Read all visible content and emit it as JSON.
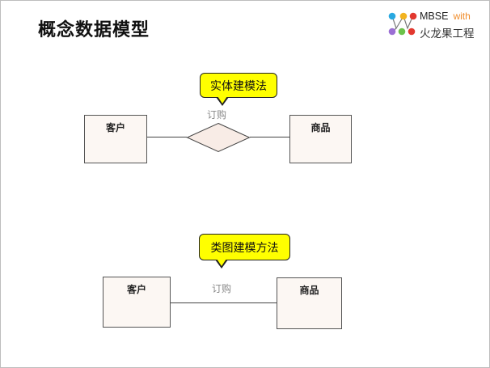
{
  "title": "概念数据模型",
  "logo": {
    "brand": "MBSE",
    "with": "with",
    "subtitle": "火龙果工程",
    "dot_colors": [
      "#29a8e0",
      "#f2b320",
      "#e2382f",
      "#9b6fd4",
      "#6cc24a",
      "#e2382f"
    ]
  },
  "diagram1": {
    "callout": "实体建模法",
    "relation": "订购",
    "left_entity": "客户",
    "right_entity": "商品"
  },
  "diagram2": {
    "callout": "类图建模方法",
    "relation": "订购",
    "left_entity": "客户",
    "right_entity": "商品"
  }
}
